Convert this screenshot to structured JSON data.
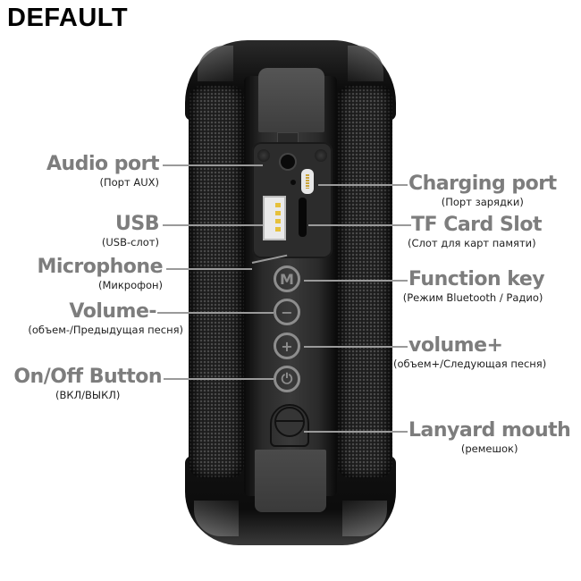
{
  "watermark": "DEFAULT",
  "product": {
    "type": "portable bluetooth speaker",
    "color": "#111111",
    "buttons": [
      {
        "id": "function",
        "glyph": "M"
      },
      {
        "id": "volume-minus",
        "glyph": "−"
      },
      {
        "id": "volume-plus",
        "glyph": "+"
      },
      {
        "id": "power",
        "glyph": "⏻"
      }
    ]
  },
  "labels": {
    "audio_port": {
      "title": "Audio port",
      "sub": "(Порт AUX)"
    },
    "usb": {
      "title": "USB",
      "sub": "(USB-слот)"
    },
    "microphone": {
      "title": "Microphone",
      "sub": "(Микрофон)"
    },
    "volume_minus": {
      "title": "Volume-",
      "sub": "(объем-/Предыдущая песня)"
    },
    "on_off": {
      "title": "On/Off Button",
      "sub": "(ВКЛ/ВЫКЛ)"
    },
    "charging_port": {
      "title": "Charging port",
      "sub": "(Порт зарядки)"
    },
    "tf_card": {
      "title": "TF Card Slot",
      "sub": "(Слот для карт памяти)"
    },
    "function_key": {
      "title": "Function key",
      "sub": "(Режим Bluetooth / Радио)"
    },
    "volume_plus": {
      "title": "volume+",
      "sub": "(объем+/Следующая песня)"
    },
    "lanyard": {
      "title": "Lanyard mouth",
      "sub": "(ремешок)"
    }
  },
  "colors": {
    "label_title": "#7d7d7d",
    "label_sub": "#1e1e1e",
    "leader_line": "#9a9a9a",
    "background": "#ffffff"
  }
}
